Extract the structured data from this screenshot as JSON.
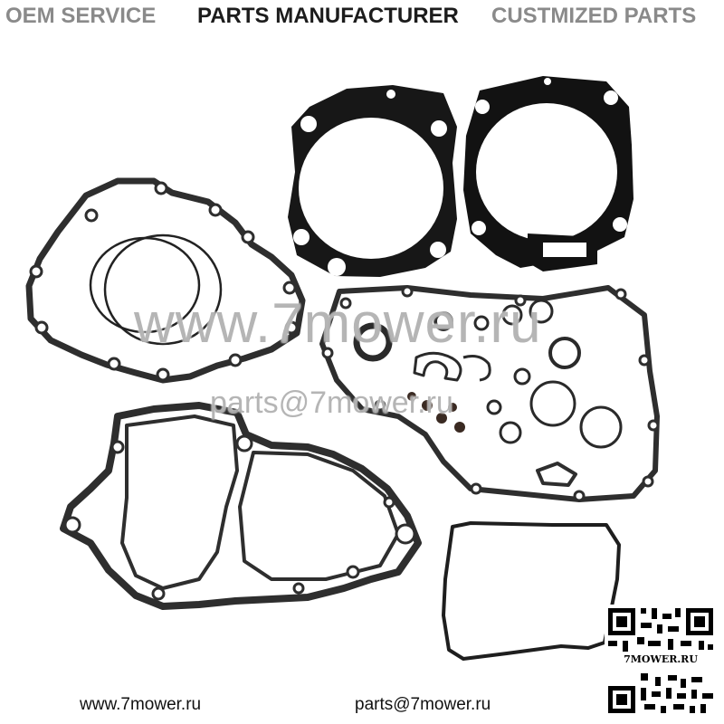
{
  "header": {
    "left_text": "OEM SERVICE",
    "center_text": "PARTS MANUFACTURER",
    "right_text": "CUSTMIZED PARTS"
  },
  "watermark": {
    "site": "www.7mower.ru",
    "email": "parts@7mower.ru"
  },
  "footer": {
    "site": "www.7mower.ru",
    "email": "parts@7mower.ru"
  },
  "qr": {
    "caption": "7MOWER.RU"
  },
  "colors": {
    "gasket": "#2e2e2e",
    "head_gasket": "#141414",
    "background": "#ffffff"
  }
}
